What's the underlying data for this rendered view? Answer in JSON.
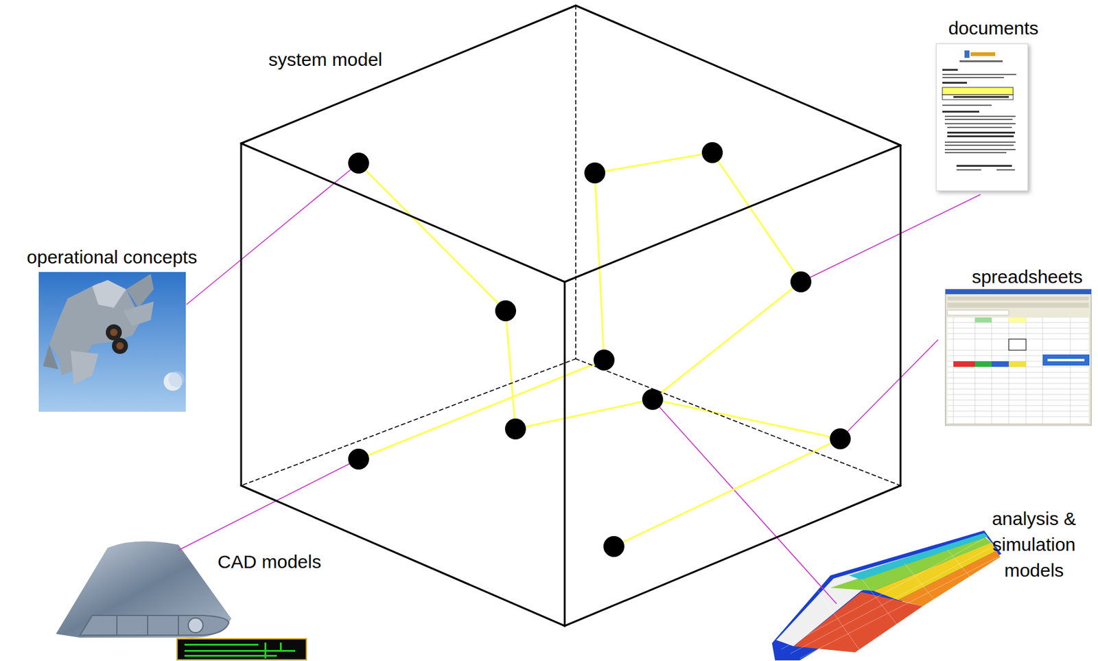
{
  "diagram": {
    "nodes": [
      {
        "text": [
          "system model"
        ]
      }
    ],
    "labels": [
      "documents",
      "operational concepts",
      "spreadsheets",
      "analysis & simulation models",
      "CAD models"
    ]
  }
}
